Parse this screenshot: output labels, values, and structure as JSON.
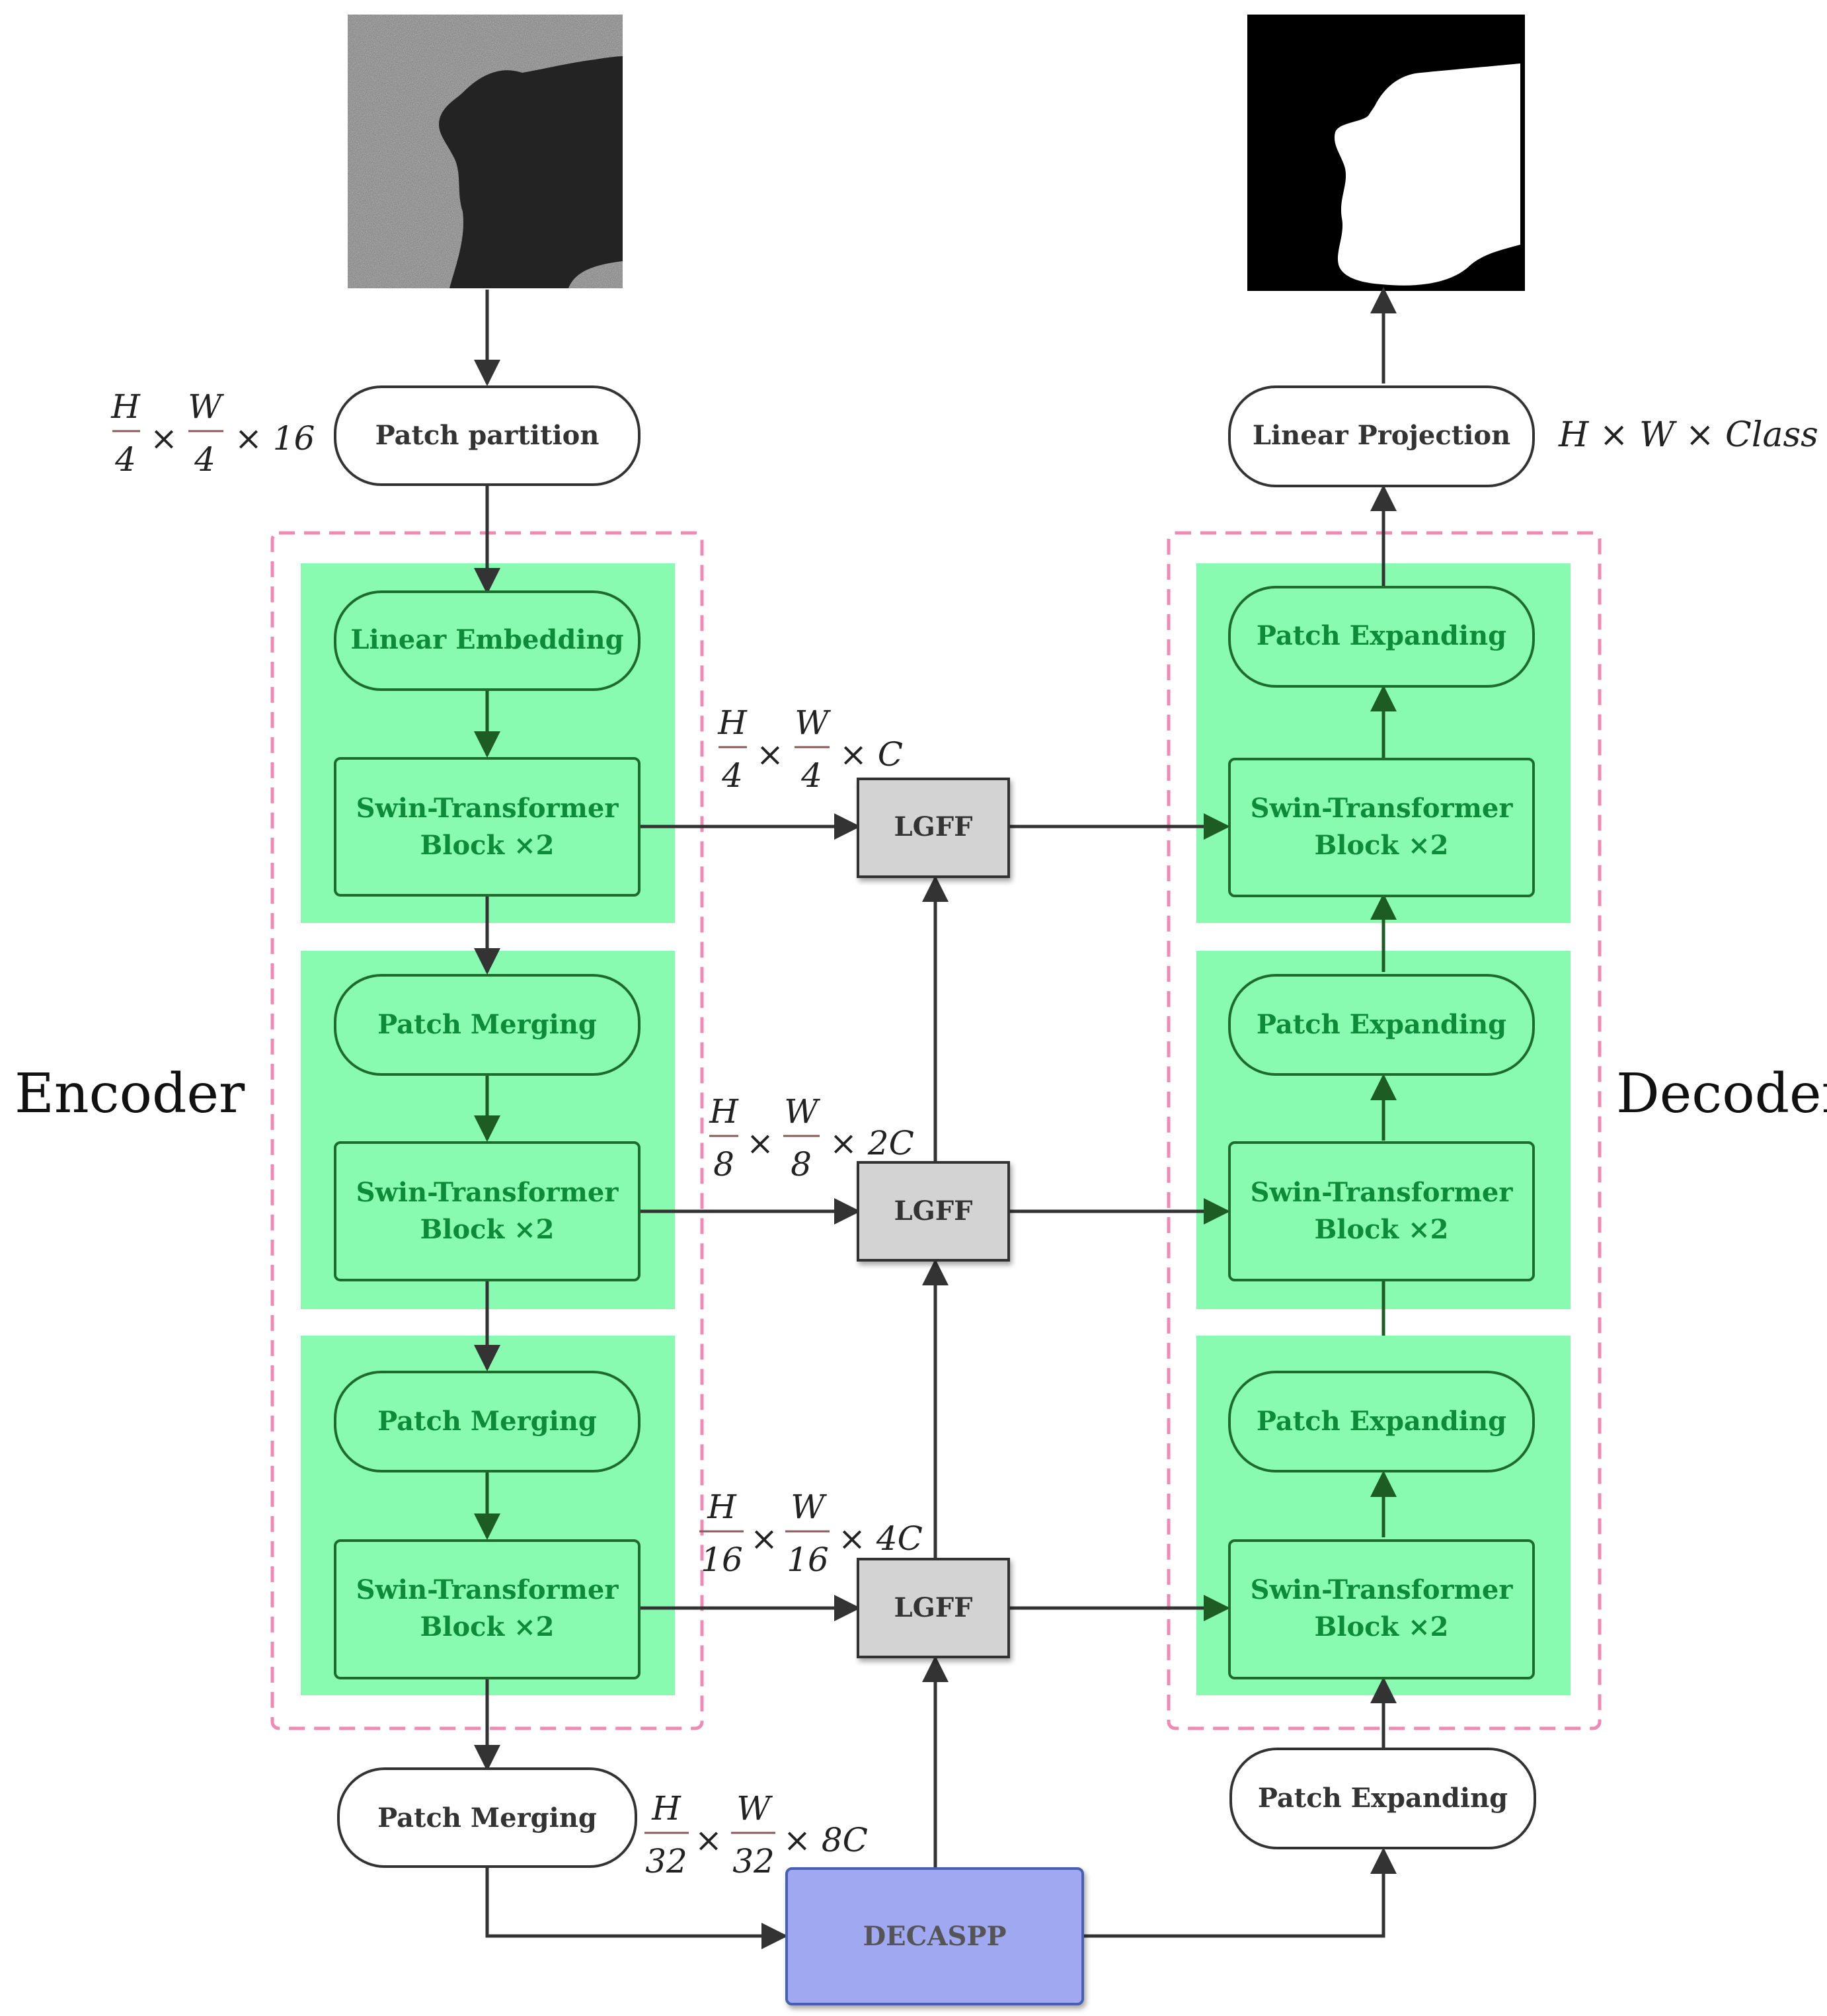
{
  "side_labels": {
    "encoder": "Encoder",
    "decoder": "Decoder"
  },
  "encoder": {
    "patch_partition": "Patch partition",
    "linear_embedding": "Linear Embedding",
    "swin_block_line1": "Swin-Transformer",
    "swin_block_line2": "Block ×2",
    "patch_merging": "Patch Merging"
  },
  "decoder": {
    "patch_expanding": "Patch Expanding",
    "linear_projection": "Linear Projection",
    "swin_block_line1": "Swin-Transformer",
    "swin_block_line2": "Block ×2"
  },
  "fusion": {
    "lgff": "LGFF",
    "decaspp": "DECASPP"
  },
  "dims": {
    "d1": {
      "num_h": "H",
      "den_h": "4",
      "num_w": "W",
      "den_w": "4",
      "times": "×",
      "tail": "× 16"
    },
    "d2": {
      "num_h": "H",
      "den_h": "4",
      "num_w": "W",
      "den_w": "4",
      "times": "×",
      "tail": "× C"
    },
    "d3": {
      "num_h": "H",
      "den_h": "8",
      "num_w": "W",
      "den_w": "8",
      "times": "×",
      "tail": "× 2C"
    },
    "d4": {
      "num_h": "H",
      "den_h": "16",
      "num_w": "W",
      "den_w": "16",
      "times": "×",
      "tail": "× 4C"
    },
    "d5": {
      "num_h": "H",
      "den_h": "32",
      "num_w": "W",
      "den_w": "32",
      "times": "×",
      "tail": "× 8C"
    },
    "output": "H × W × Class"
  },
  "colors": {
    "green_fill": "#88fbb0",
    "green_text": "#0d8a3a",
    "green_border": "#1e6b2e",
    "pink_dash": "#f08ab4",
    "lgff_fill": "#d3d3d3",
    "decaspp_fill": "#a0a8f2",
    "arrow": "#333333",
    "arrow_green": "#1d5c22"
  },
  "icons": {
    "input": "sar-input-image",
    "output": "segmentation-mask-image"
  }
}
